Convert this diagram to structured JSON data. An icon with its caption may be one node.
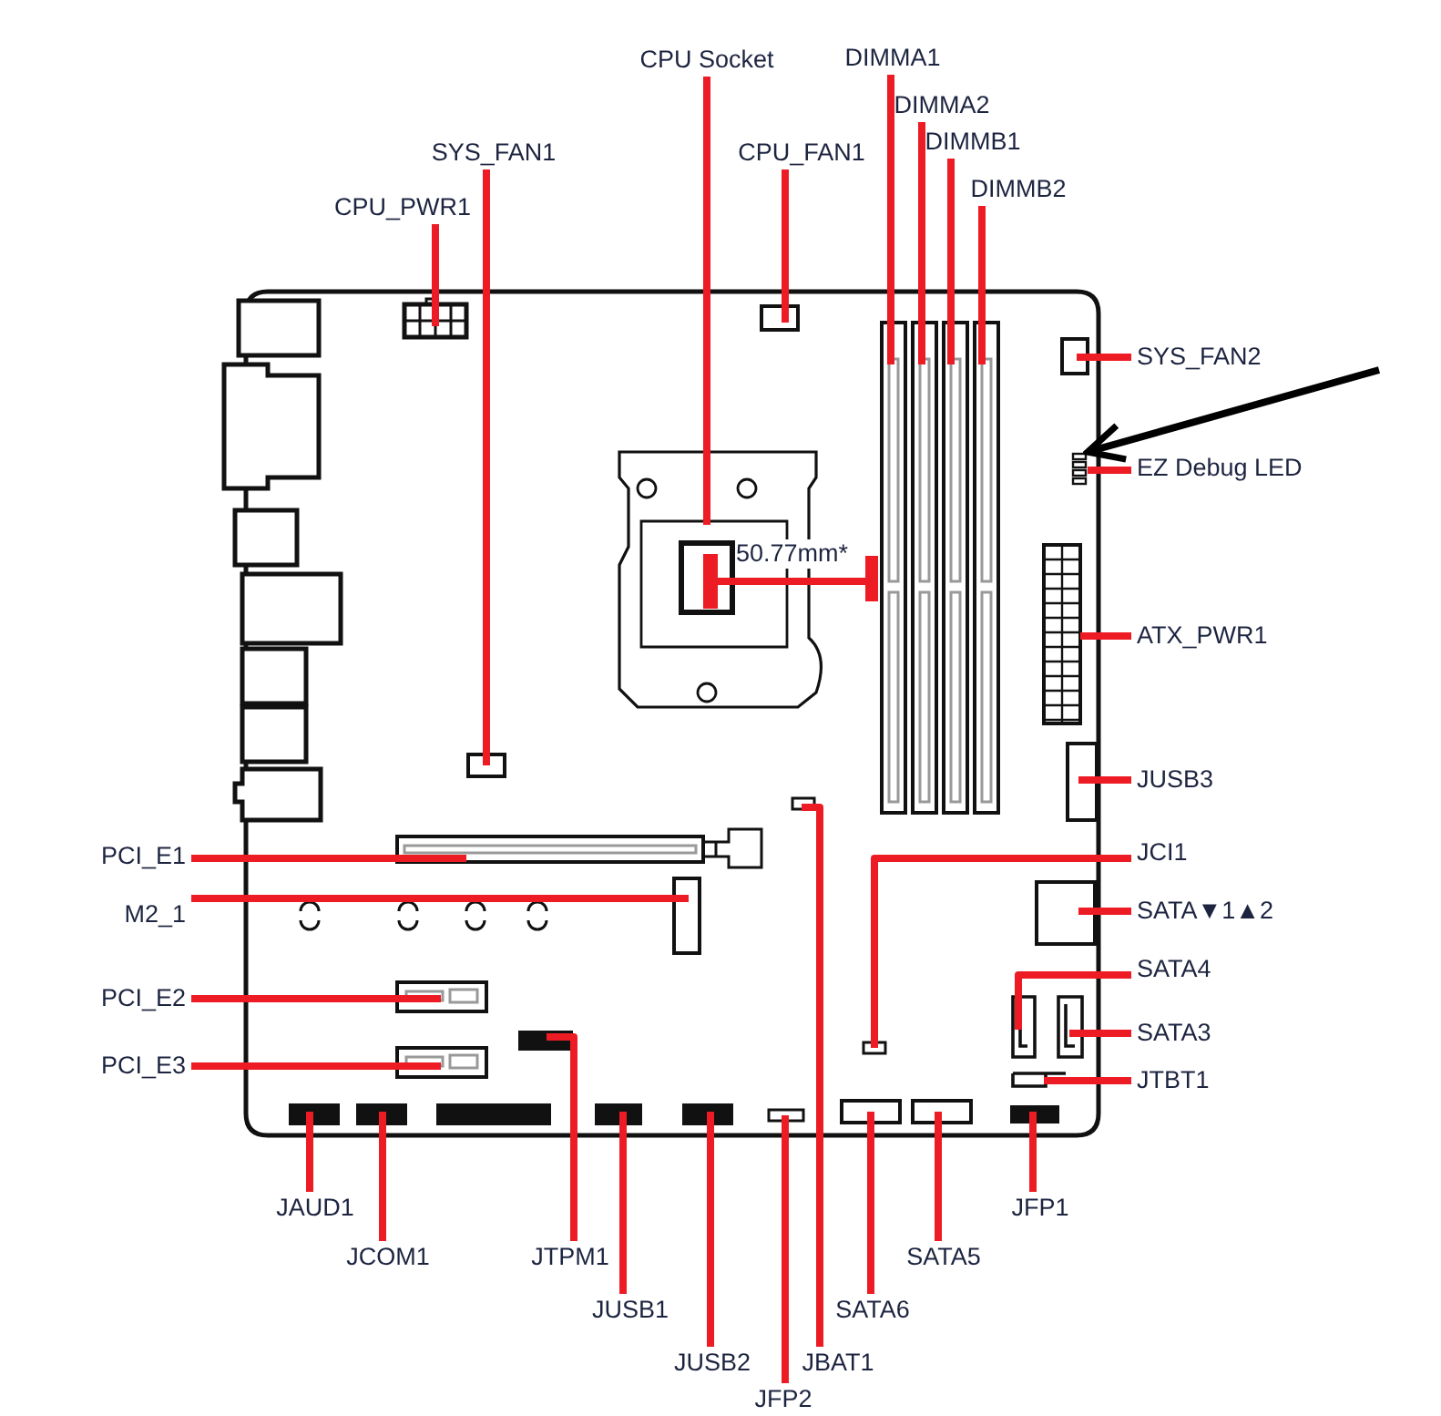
{
  "diagram": {
    "nodes": [
      {
        "text": [
          "CPU Socket"
        ]
      },
      {
        "text": [
          "DIMMA1"
        ]
      },
      {
        "text": [
          "DIMMA2"
        ]
      },
      {
        "text": [
          "DIMMB1"
        ]
      },
      {
        "text": [
          "SYS_FAN1"
        ]
      },
      {
        "text": [
          "CPU_FAN1"
        ]
      },
      {
        "text": [
          "DIMMB2"
        ]
      },
      {
        "text": [
          "CPU_PWR1"
        ]
      },
      {
        "text": [
          "SYS_FAN2"
        ]
      },
      {
        "text": [],
        "shape": "box"
      },
      {
        "text": [
          "EZ Debug LED"
        ]
      },
      {
        "text": [
          "ATX_PWR1"
        ]
      },
      {
        "text": [
          "JUSB3"
        ]
      },
      {
        "text": [
          "PCI_E1"
        ]
      },
      {
        "text": [
          "JCI1"
        ]
      },
      {
        "text": [
          "SATA▼1▲2"
        ]
      },
      {
        "text": [
          "M2_1"
        ]
      },
      {
        "text": [
          "SATA4"
        ]
      },
      {
        "text": [
          "PCI_E2"
        ]
      },
      {
        "text": [
          "SATA3"
        ]
      },
      {
        "text": [
          "PCI_E3"
        ]
      },
      {
        "text": [
          "JTBT1"
        ]
      },
      {
        "text": [
          "JAUD1"
        ]
      },
      {
        "text": [
          "JFP1"
        ]
      },
      {
        "text": [
          "JCOM1"
        ]
      },
      {
        "text": [
          "JTPM1"
        ]
      },
      {
        "text": [
          "SATA5"
        ]
      },
      {
        "text": [
          "JUSB1"
        ]
      },
      {
        "text": [
          "SATA6"
        ]
      },
      {
        "text": [
          "JUSB2"
        ]
      },
      {
        "text": [
          "JBAT1"
        ]
      },
      {
        "text": [
          "JFP2"
        ]
      }
    ],
    "edges": [
      {
        "from": 0,
        "to": null,
        "arrow": "none"
      },
      {
        "from": 1,
        "to": null,
        "arrow": "none"
      },
      {
        "from": 2,
        "to": null,
        "arrow": "none"
      },
      {
        "from": 3,
        "to": null,
        "arrow": "none"
      },
      {
        "from": 4,
        "to": null,
        "arrow": "none"
      },
      {
        "from": 5,
        "to": null,
        "arrow": "none"
      },
      {
        "from": 6,
        "to": null,
        "arrow": "none"
      },
      {
        "from": 7,
        "to": null,
        "arrow": "none"
      },
      {
        "from": 8,
        "to": null,
        "arrow": "none"
      },
      {
        "from": 10,
        "to": 9,
        "arrow": "none"
      },
      {
        "from": null,
        "to": 9,
        "arrow": "to",
        "color": "#000000"
      },
      {
        "from": 11,
        "to": null,
        "arrow": "none"
      },
      {
        "from": 12,
        "to": null,
        "arrow": "none"
      },
      {
        "from": 13,
        "to": null,
        "arrow": "none"
      },
      {
        "from": 14,
        "to": null,
        "arrow": "none"
      },
      {
        "from": 15,
        "to": null,
        "arrow": "none"
      },
      {
        "from": 16,
        "to": null,
        "arrow": "none"
      },
      {
        "from": 17,
        "to": null,
        "arrow": "none"
      },
      {
        "from": 18,
        "to": null,
        "arrow": "none"
      },
      {
        "from": 19,
        "to": null,
        "arrow": "none"
      },
      {
        "from": 20,
        "to": null,
        "arrow": "none"
      },
      {
        "from": 21,
        "to": null,
        "arrow": "none"
      },
      {
        "from": 22,
        "to": null,
        "arrow": "none"
      },
      {
        "from": 23,
        "to": null,
        "arrow": "none"
      },
      {
        "from": 24,
        "to": null,
        "arrow": "none"
      },
      {
        "from": 25,
        "to": null,
        "arrow": "none"
      },
      {
        "from": 26,
        "to": null,
        "arrow": "none"
      },
      {
        "from": 27,
        "to": null,
        "arrow": "none"
      },
      {
        "from": 28,
        "to": null,
        "arrow": "none"
      },
      {
        "from": 29,
        "to": null,
        "arrow": "none"
      },
      {
        "from": 30,
        "to": null,
        "arrow": "none"
      },
      {
        "from": 31,
        "to": null,
        "arrow": "none"
      }
    ],
    "labels": [
      "50.77mm*"
    ]
  }
}
